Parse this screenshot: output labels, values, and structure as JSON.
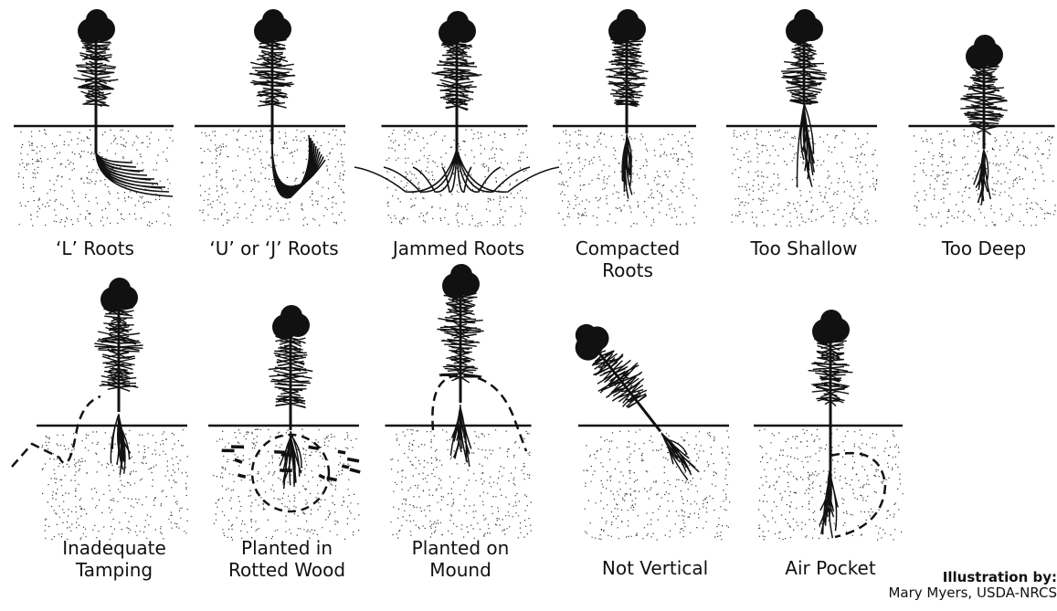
{
  "panels": [
    {
      "id": "l-roots",
      "label": [
        "‘L’ Roots"
      ],
      "problem": "l"
    },
    {
      "id": "u-j-roots",
      "label": [
        "‘U’ or ‘J’ Roots"
      ],
      "problem": "u"
    },
    {
      "id": "jammed-roots",
      "label": [
        "Jammed Roots"
      ],
      "problem": "jam"
    },
    {
      "id": "compacted-roots",
      "label": [
        "Compacted",
        "Roots"
      ],
      "problem": "compact"
    },
    {
      "id": "too-shallow",
      "label": [
        "Too Shallow"
      ],
      "problem": "shallow"
    },
    {
      "id": "too-deep",
      "label": [
        "Too Deep"
      ],
      "problem": "deep"
    },
    {
      "id": "inadequate-tamping",
      "label": [
        "Inadequate",
        "Tamping"
      ],
      "problem": "tamp"
    },
    {
      "id": "planted-in-rotted-wood",
      "label": [
        "Planted in",
        "Rotted Wood"
      ],
      "problem": "rotted"
    },
    {
      "id": "planted-on-mound",
      "label": [
        "Planted on",
        "Mound"
      ],
      "problem": "mound"
    },
    {
      "id": "not-vertical",
      "label": [
        "Not Vertical"
      ],
      "problem": "tilt"
    },
    {
      "id": "air-pocket",
      "label": [
        "Air Pocket"
      ],
      "problem": "air"
    }
  ],
  "credit": {
    "line1": "Illustration by:",
    "line2": "Mary Myers, USDA-NRCS"
  }
}
